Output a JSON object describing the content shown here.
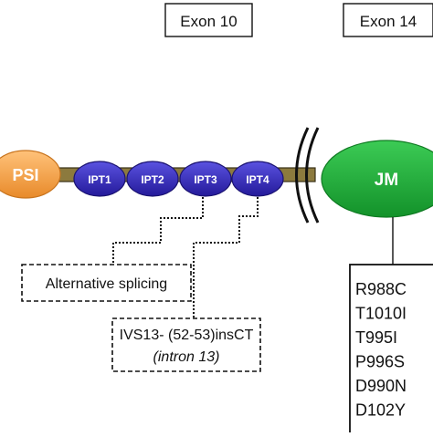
{
  "exon_labels": {
    "exon10": "Exon 10",
    "exon14": "Exon 14"
  },
  "domains": {
    "psi": "PSI",
    "ipt1": "IPT1",
    "ipt2": "IPT2",
    "ipt3": "IPT3",
    "ipt4": "IPT4",
    "jm": "JM"
  },
  "annotations": {
    "alternative_splicing": "Alternative splicing",
    "ivs_line1": "IVS13- (52-53)insCT",
    "ivs_line2": "(intron 13)"
  },
  "mutations": [
    "R988C",
    "T1010I",
    "T995I",
    "P996S",
    "D990N",
    "D102Y"
  ],
  "colors": {
    "psi": "#F4A54A",
    "ipt": "#3B2FBF",
    "jm": "#1FAE3A",
    "backbone": "#8C7A3E"
  }
}
